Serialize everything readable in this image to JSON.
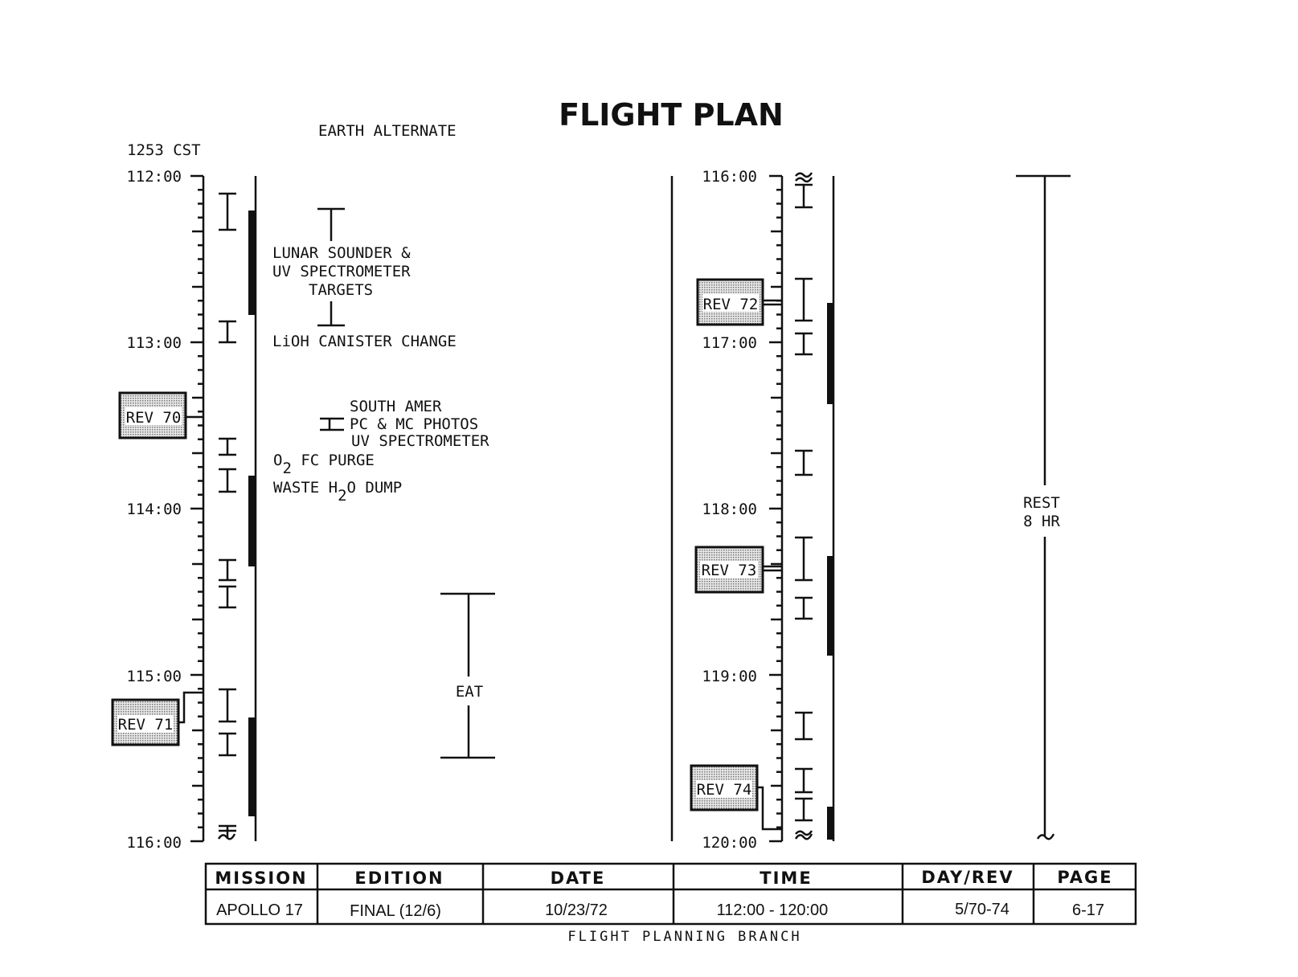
{
  "title": "FLIGHT PLAN",
  "subtitle": "EARTH ALTERNATE",
  "time_zone_note": "1253 CST",
  "left_axis": {
    "labels": [
      "112:00",
      "113:00",
      "114:00",
      "115:00",
      "116:00"
    ]
  },
  "right_axis": {
    "labels": [
      "116:00",
      "117:00",
      "118:00",
      "119:00",
      "120:00"
    ]
  },
  "revs": {
    "rev70": "REV 70",
    "rev71": "REV 71",
    "rev72": "REV 72",
    "rev73": "REV 73",
    "rev74": "REV 74"
  },
  "activities": {
    "lunar_sounder": [
      "LUNAR SOUNDER &",
      "UV SPECTROMETER",
      "TARGETS"
    ],
    "lioh": "LiOH CANISTER CHANGE",
    "south_amer": [
      "SOUTH AMER",
      "PC & MC PHOTOS",
      "UV SPECTROMETER"
    ],
    "o2_purge": {
      "main": "O",
      "sub": "2",
      "rest": " FC PURGE"
    },
    "waste_dump": {
      "main": "WASTE H",
      "sub": "2",
      "rest": "O DUMP"
    },
    "eat": "EAT",
    "rest": [
      "REST",
      "8 HR"
    ]
  },
  "table": {
    "headers": [
      "MISSION",
      "EDITION",
      "DATE",
      "TIME",
      "DAY/REV",
      "PAGE"
    ],
    "values": [
      "APOLLO 17",
      "FINAL (12/6)",
      "10/23/72",
      "112:00 - 120:00",
      "5/70-74",
      "6-17"
    ]
  },
  "footer": "FLIGHT PLANNING BRANCH"
}
